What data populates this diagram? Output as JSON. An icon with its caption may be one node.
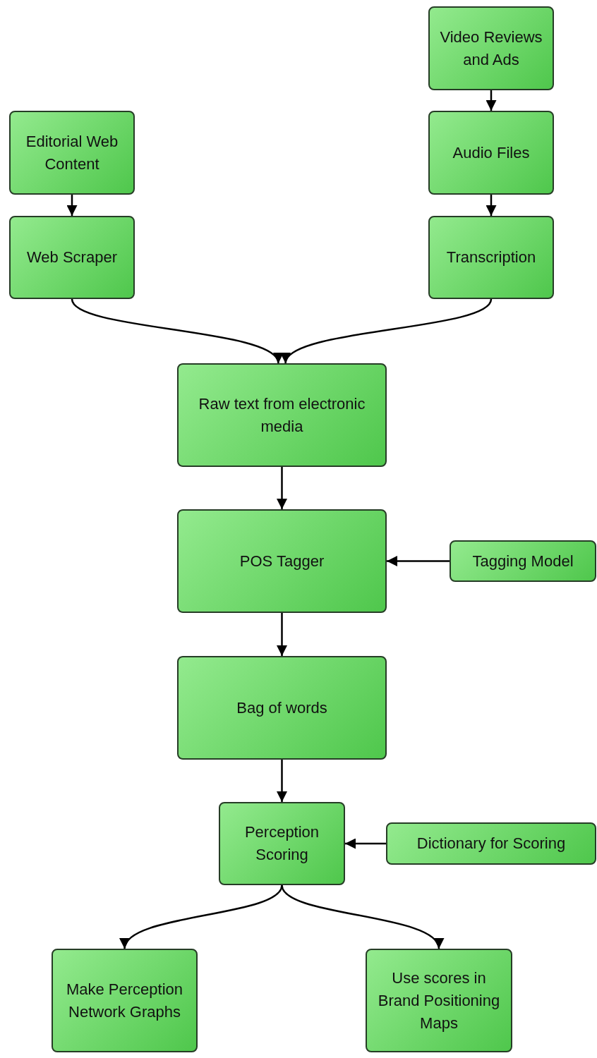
{
  "diagram": {
    "nodes": [
      {
        "text": [
          "Editorial Web Content"
        ]
      },
      {
        "text": [
          "Web Scraper"
        ]
      },
      {
        "text": [
          "Video Reviews and Ads"
        ]
      },
      {
        "text": [
          "Audio Files"
        ]
      },
      {
        "text": [
          "Transcription"
        ]
      },
      {
        "text": [
          "Raw text from electronic media"
        ]
      },
      {
        "text": [
          "POS Tagger"
        ]
      },
      {
        "text": [
          "Tagging Model"
        ]
      },
      {
        "text": [
          "Bag of words"
        ]
      },
      {
        "text": [
          "Perception Scoring"
        ]
      },
      {
        "text": [
          "Dictionary for Scoring"
        ]
      },
      {
        "text": [
          "Make Perception Network Graphs"
        ]
      },
      {
        "text": [
          "Use scores in Brand Positioning Maps"
        ]
      }
    ],
    "edges": [
      {
        "from": 0,
        "to": 1,
        "arrow": "to"
      },
      {
        "from": 2,
        "to": 3,
        "arrow": "to"
      },
      {
        "from": 3,
        "to": 4,
        "arrow": "to"
      },
      {
        "from": 1,
        "to": 5,
        "arrow": "to"
      },
      {
        "from": 4,
        "to": 5,
        "arrow": "to"
      },
      {
        "from": 5,
        "to": 6,
        "arrow": "to"
      },
      {
        "from": 7,
        "to": 6,
        "arrow": "to"
      },
      {
        "from": 6,
        "to": 8,
        "arrow": "to"
      },
      {
        "from": 8,
        "to": 9,
        "arrow": "to"
      },
      {
        "from": 10,
        "to": 9,
        "arrow": "to"
      },
      {
        "from": 9,
        "to": 11,
        "arrow": "to"
      },
      {
        "from": 9,
        "to": 12,
        "arrow": "to"
      }
    ]
  }
}
